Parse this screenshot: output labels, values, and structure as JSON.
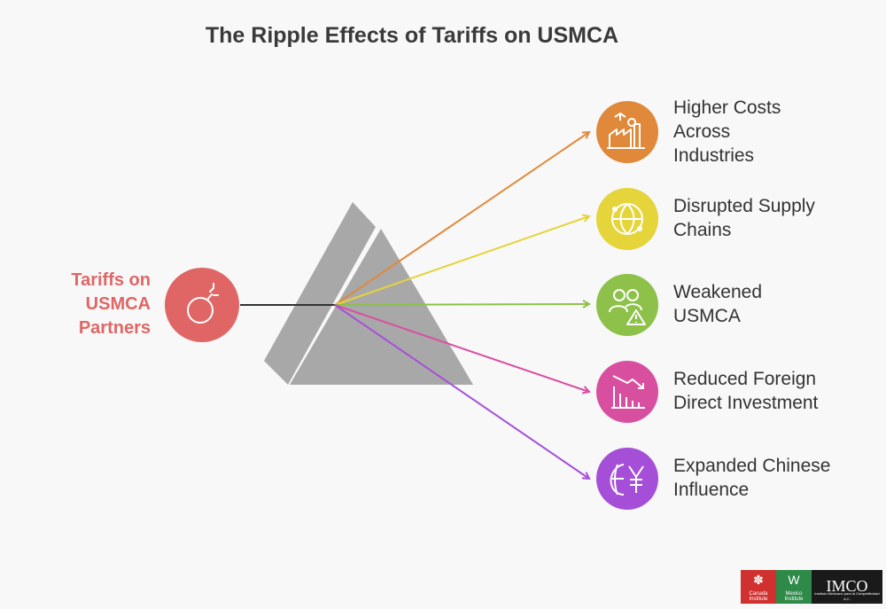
{
  "title": "The Ripple Effects of Tariffs on USMCA",
  "source": {
    "label_lines": [
      "Tariffs on",
      "USMCA",
      "Partners"
    ],
    "icon": "bomb-icon",
    "color": "#e06666"
  },
  "effects": [
    {
      "label_lines": [
        "Higher Costs",
        "Across",
        "Industries"
      ],
      "icon": "factory-icon",
      "color": "#e0893a"
    },
    {
      "label_lines": [
        "Disrupted Supply",
        "Chains"
      ],
      "icon": "globe-network-icon",
      "color": "#e5d43a"
    },
    {
      "label_lines": [
        "Weakened",
        "USMCA"
      ],
      "icon": "people-warning-icon",
      "color": "#8dc14a"
    },
    {
      "label_lines": [
        "Reduced Foreign",
        "Direct Investment"
      ],
      "icon": "declining-chart-icon",
      "color": "#d94fa0"
    },
    {
      "label_lines": [
        "Expanded Chinese",
        "Influence"
      ],
      "icon": "globe-yuan-icon",
      "color": "#a54fd9"
    }
  ],
  "logos": {
    "canada": "Canada Institute",
    "mexico": "Mexico Institute",
    "imco": "IMCO",
    "imco_sub": "Instituto Mexicano para la Competitividad A.C."
  }
}
